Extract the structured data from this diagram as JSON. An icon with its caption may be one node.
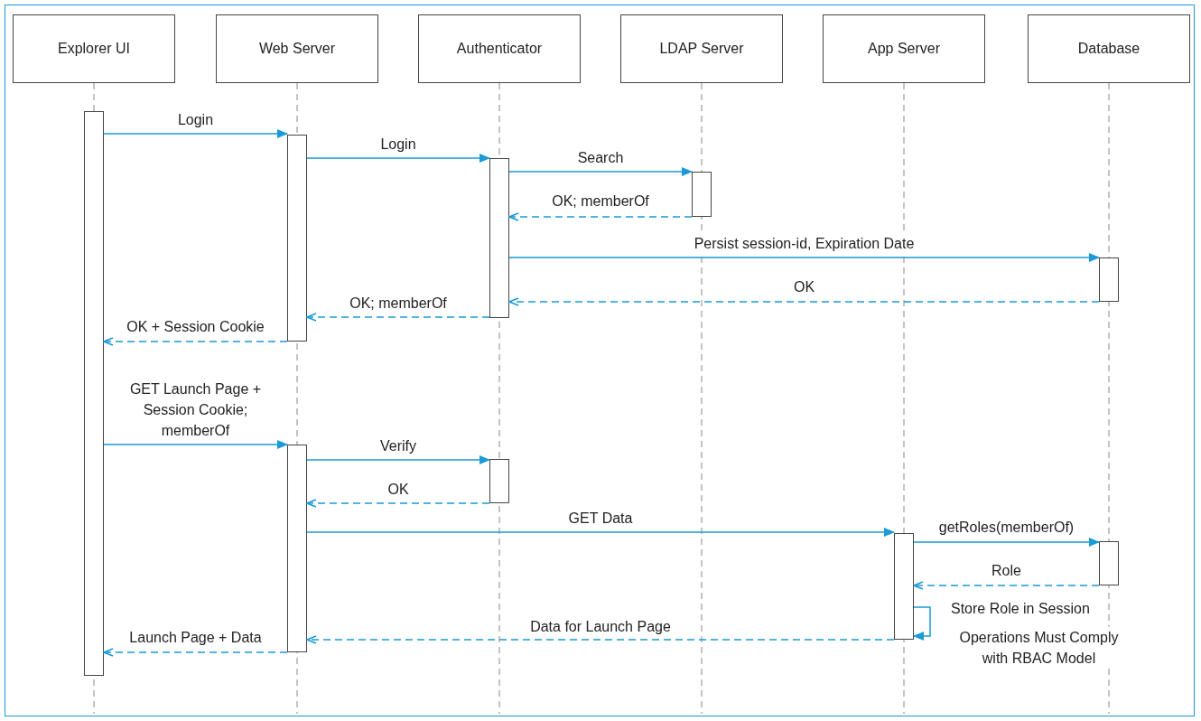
{
  "diagram": {
    "nodes": [
      {
        "text": [
          "Explorer UI"
        ]
      },
      {
        "text": [
          "Web Server"
        ]
      },
      {
        "text": [
          "Authenticator"
        ]
      },
      {
        "text": [
          "LDAP Server"
        ]
      },
      {
        "text": [
          "App Server"
        ]
      },
      {
        "text": [
          "Database"
        ]
      },
      {
        "text": [],
        "shape": "bar"
      },
      {
        "text": [],
        "shape": "bar"
      },
      {
        "text": [],
        "shape": "bar"
      },
      {
        "text": [],
        "shape": "bar"
      },
      {
        "text": [],
        "shape": "bar"
      },
      {
        "text": [],
        "shape": "bar"
      },
      {
        "text": [],
        "shape": "bar"
      },
      {
        "text": [],
        "shape": "bar"
      },
      {
        "text": [],
        "shape": "bar"
      }
    ],
    "edges": [
      {
        "from": 6,
        "to": 7,
        "arrow": "to",
        "label": "Login"
      },
      {
        "from": 7,
        "to": 8,
        "arrow": "to",
        "label": "Login"
      },
      {
        "from": 8,
        "to": 9,
        "arrow": "to",
        "label": "Search"
      },
      {
        "from": 9,
        "to": 8,
        "arrow": "to",
        "label": "OK; memberOf",
        "style": "dashed"
      },
      {
        "from": 8,
        "to": 10,
        "arrow": "to",
        "label": "Persist session-id, Expiration Date"
      },
      {
        "from": 10,
        "to": 8,
        "arrow": "to",
        "label": "OK",
        "style": "dashed"
      },
      {
        "from": 8,
        "to": 7,
        "arrow": "to",
        "label": "OK; memberOf",
        "style": "dashed"
      },
      {
        "from": 7,
        "to": 6,
        "arrow": "to",
        "label": "OK + Session Cookie",
        "style": "dashed"
      },
      {
        "from": 6,
        "to": 11,
        "arrow": "to",
        "label": "GET Launch Page + Session Cookie; memberOf"
      },
      {
        "from": 11,
        "to": 12,
        "arrow": "to",
        "label": "Verify"
      },
      {
        "from": 12,
        "to": 11,
        "arrow": "to",
        "label": "OK",
        "style": "dashed"
      },
      {
        "from": 11,
        "to": 13,
        "arrow": "to",
        "label": "GET Data"
      },
      {
        "from": 13,
        "to": 14,
        "arrow": "to",
        "label": "getRoles(memberOf)"
      },
      {
        "from": 14,
        "to": 13,
        "arrow": "to",
        "label": "Role",
        "style": "dashed"
      },
      {
        "from": 13,
        "to": 13,
        "arrow": "to",
        "label": "Store Role in Session"
      },
      {
        "from": 13,
        "to": 11,
        "arrow": "to",
        "label": "Data for Launch Page",
        "style": "dashed"
      },
      {
        "from": 11,
        "to": 6,
        "arrow": "to",
        "label": "Launch Page + Data",
        "style": "dashed"
      }
    ],
    "labels": [
      "Operations Must Comply with RBAC Model"
    ]
  }
}
